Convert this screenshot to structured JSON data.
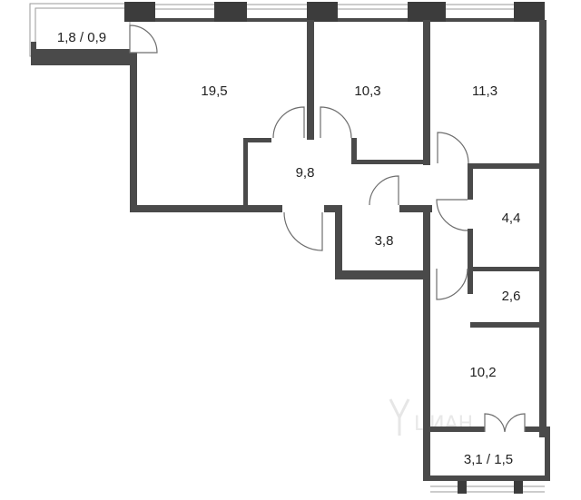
{
  "rooms": [
    {
      "id": "balcony-top",
      "area": "1,8 / 0,9"
    },
    {
      "id": "room-1",
      "area": "19,5"
    },
    {
      "id": "room-2",
      "area": "10,3"
    },
    {
      "id": "room-3",
      "area": "11,3"
    },
    {
      "id": "hall",
      "area": "9,8"
    },
    {
      "id": "storage",
      "area": "3,8"
    },
    {
      "id": "bathroom",
      "area": "4,4"
    },
    {
      "id": "wc",
      "area": "2,6"
    },
    {
      "id": "kitchen",
      "area": "10,2"
    },
    {
      "id": "balcony-bottom",
      "area": "3,1 / 1,5"
    }
  ],
  "watermark": "ЦИАН"
}
